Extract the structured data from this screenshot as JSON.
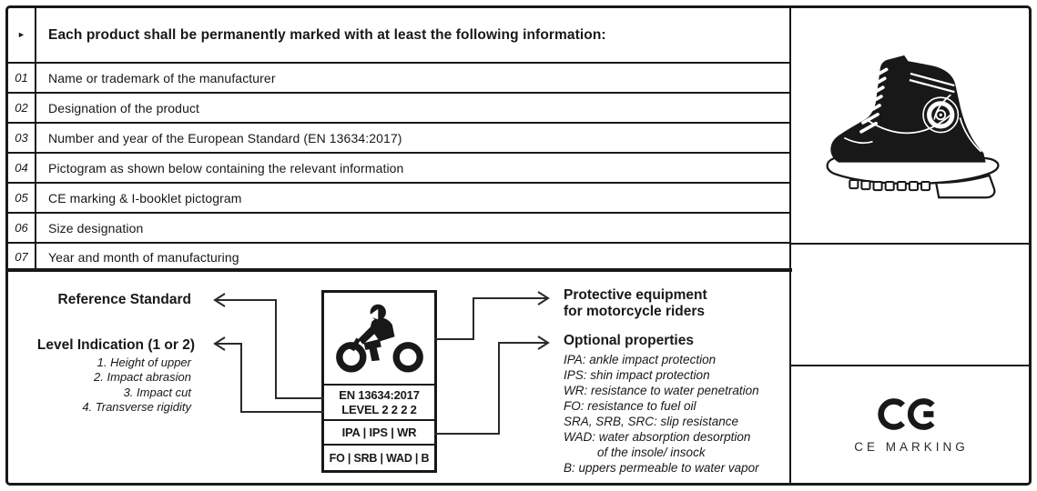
{
  "colors": {
    "ink": "#181818",
    "background": "#ffffff"
  },
  "icons": {
    "header_bullet": "►"
  },
  "header": {
    "title": "Each product shall be permanently marked with at least the following information:"
  },
  "table": {
    "rows": [
      {
        "num": "01",
        "text": "Name or trademark of the manufacturer"
      },
      {
        "num": "02",
        "text": "Designation of the product"
      },
      {
        "num": "03",
        "text": "Number and year of the European Standard (EN 13634:2017)"
      },
      {
        "num": "04",
        "text": "Pictogram as shown below containing the relevant information"
      },
      {
        "num": "05",
        "text": "CE marking & I-booklet pictogram"
      },
      {
        "num": "06",
        "text": "Size designation"
      },
      {
        "num": "07",
        "text": "Year and month of manufacturing"
      }
    ]
  },
  "diagram": {
    "reference_standard_label": "Reference Standard",
    "level_indication_label": "Level Indication (1 or 2)",
    "level_items": [
      "1. Height of upper",
      "2. Impact abrasion",
      "3. Impact cut",
      "4. Transverse rigidity"
    ],
    "pictogram": {
      "standard_line1": "EN 13634:2017",
      "standard_line2": "LEVEL 2 2 2 2",
      "properties_row1": "IPA | IPS | WR",
      "properties_row2": "FO | SRB | WAD | B"
    },
    "protective_label_line1": "Protective equipment",
    "protective_label_line2": "for motorcycle riders",
    "optional_label": "Optional properties",
    "optional_items": [
      "IPA: ankle impact protection",
      "IPS: shin impact protection",
      "WR: resistance to water penetration",
      "FO: resistance to fuel oil",
      "SRA, SRB, SRC: slip resistance",
      "WAD: water absorption desorption",
      "of the insole/ insock",
      "B: uppers permeable to water vapor"
    ]
  },
  "right_panel": {
    "ce_caption": "CE MARKING"
  }
}
